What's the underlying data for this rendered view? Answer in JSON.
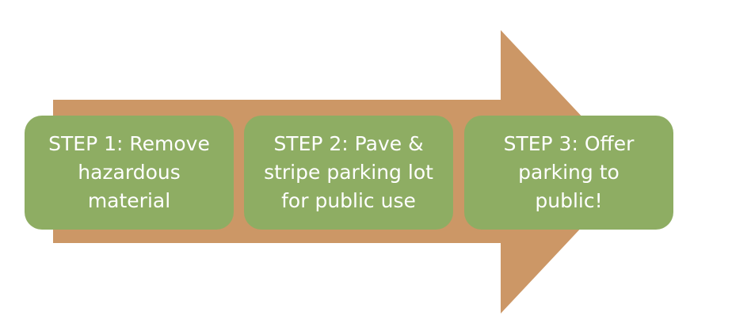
{
  "colors": {
    "arrow": "#CC9766",
    "step_fill": "#8EAD63",
    "step_text": "#ffffff"
  },
  "steps": [
    {
      "label": "STEP 1: Remove\nhazardous\nmaterial"
    },
    {
      "label": "STEP 2: Pave &\nstripe parking lot\nfor public use"
    },
    {
      "label": "STEP 3: Offer\nparking to\npublic!"
    }
  ]
}
